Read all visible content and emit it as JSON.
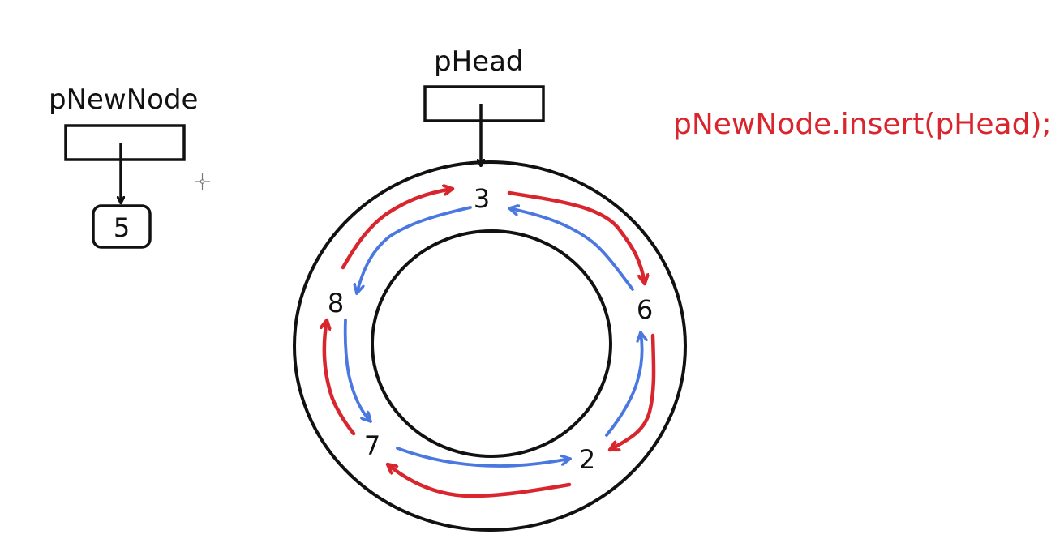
{
  "colors": {
    "ink": "#111111",
    "next_arrow": "#d9262e",
    "prev_arrow": "#4a78e0",
    "code": "#d9262e",
    "cursor": "#777777"
  },
  "new_node": {
    "pointer_name": "pNewNode",
    "value": "5"
  },
  "head": {
    "pointer_name": "pHead"
  },
  "ring": {
    "nodes": [
      {
        "id": "n3",
        "value": "3"
      },
      {
        "id": "n6",
        "value": "6"
      },
      {
        "id": "n2",
        "value": "2"
      },
      {
        "id": "n7",
        "value": "7"
      },
      {
        "id": "n8",
        "value": "8"
      }
    ]
  },
  "code_line": "pNewNode.insert(pHead);",
  "cursor_icon": "crosshair-cursor-icon"
}
